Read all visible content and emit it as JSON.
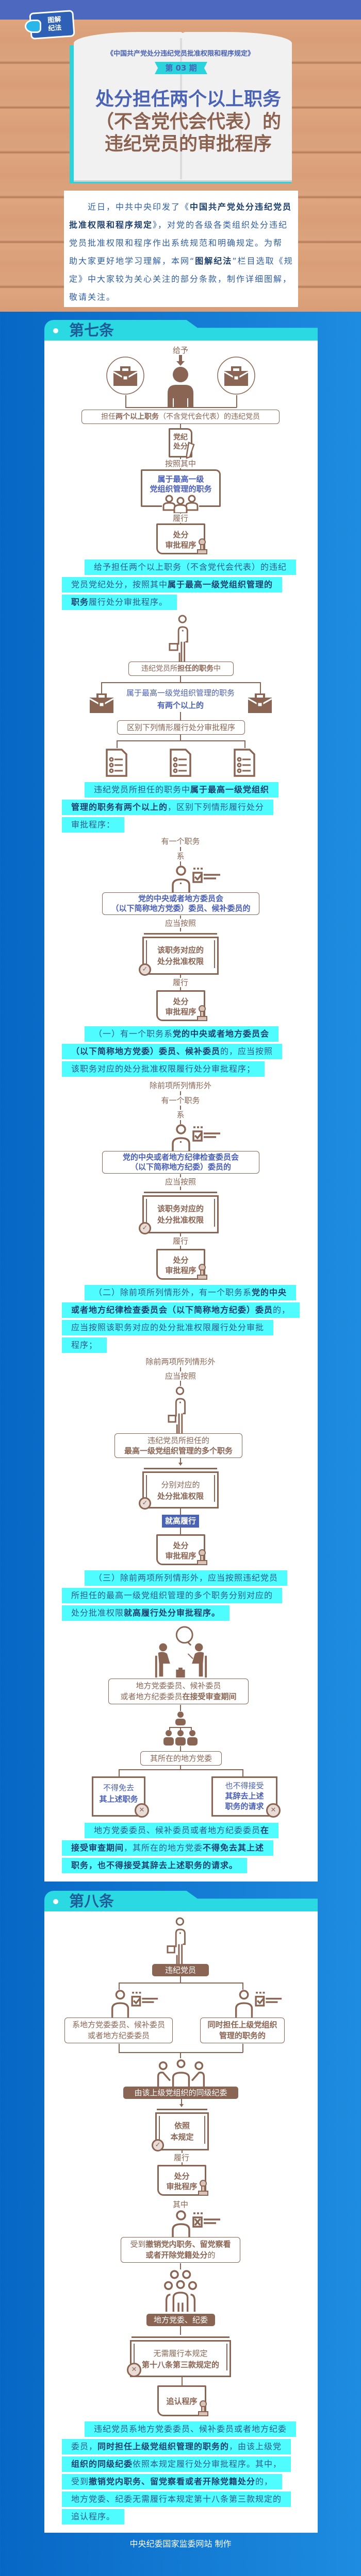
{
  "logo": {
    "line1": "图解",
    "line2": "纪法"
  },
  "book": {
    "subtitle": "《中国共产党处分违纪党员批准权限和程序规定》",
    "issue": "第 03 期",
    "title_line1": "处分担任两个以上职务",
    "title_line2": "（不含党代会代表）的",
    "title_line3": "违纪党员的审批程序"
  },
  "intro": {
    "lines": [
      [
        {
          "t": "近日，中共中央印发了《"
        },
        {
          "t": "中国共产党处分违纪党员",
          "b": true
        }
      ],
      [
        {
          "t": "批准权限和程序规定",
          "b": true
        },
        {
          "t": "》，对党的各级各类组织处分违纪"
        }
      ],
      [
        {
          "t": "党员批准权限和程序作出系统规范和明确规定。为帮"
        }
      ],
      [
        {
          "t": "助大家更好地学习理解，本网“"
        },
        {
          "t": "图解纪法",
          "b": true
        },
        {
          "t": "”栏目选取《规"
        }
      ],
      [
        {
          "t": "定》中大家较为关心关注的部分条款，制作详细图解，"
        }
      ],
      [
        {
          "t": "敬请关注。"
        }
      ]
    ]
  },
  "art7": {
    "title": "第七条",
    "d1": {
      "give": "给予",
      "box_a": "担任",
      "box_b": "两个以上职务",
      "box_c": "（不含党代会代表）的违纪党员",
      "doc1": "党纪",
      "doc2": "处分",
      "according": "按照其中",
      "top1": "属于最高一级",
      "top2": "党组织管理的职务",
      "perform": "履行",
      "proc1": "处分",
      "proc2": "审批程序"
    },
    "text_a": [
      [
        {
          "t": "给予担任两个以上职务（不含党代会代表）的违纪"
        }
      ],
      [
        {
          "t": "党员党纪处分，按照其中"
        },
        {
          "t": "属于最高一级党组织管理的",
          "b": true
        }
      ],
      [
        {
          "t": "职务",
          "b": true
        },
        {
          "t": "履行处分审批程序。"
        }
      ]
    ],
    "d2": {
      "box_a": "违纪党员所",
      "box_b": "担任的职务",
      "box_c": "中",
      "mid1": "属于最高一级党组织管理的职务",
      "mid2": "有两个以上的",
      "box2": "区别下列情形履行处分审批程序"
    },
    "text_b": [
      [
        {
          "t": "违纪党员所担任的职务中"
        },
        {
          "t": "属于最高一级党组织",
          "b": true
        }
      ],
      [
        {
          "t": "管理的职务有两个以上的",
          "b": true
        },
        {
          "t": "，区别下列情形履行处分"
        }
      ],
      [
        {
          "t": "审批程序："
        }
      ]
    ],
    "d3": {
      "one_post": "有一个职务",
      "is": "系",
      "box1": "党的中央或者地方委员会",
      "box2": "（以下简称地方党委）委员、候补委员的",
      "should": "应当按照",
      "scroll1": "该职务对应的",
      "scroll2": "处分批准权限",
      "perform": "履行",
      "proc1": "处分",
      "proc2": "审批程序"
    },
    "text_1": [
      [
        {
          "t": "（一）有一个职务系"
        },
        {
          "t": "党的中央或者地方委员会",
          "b": true
        }
      ],
      [
        {
          "t": "（以下简称地方党委）委员、候补委员",
          "b": true
        },
        {
          "t": "的，应当按照"
        }
      ],
      [
        {
          "t": "该职务对应的处分批准权限履行处分审批程序；"
        }
      ]
    ],
    "d4": {
      "except": "除前项所列情形外",
      "one_post": "有一个职务",
      "is": "系",
      "box1": "党的中央或者地方纪律检查委员会",
      "box2": "（以下简称地方纪委）委员的",
      "should": "应当按照",
      "scroll1": "该职务对应的",
      "scroll2": "处分批准权限",
      "perform": "履行",
      "proc1": "处分",
      "proc2": "审批程序"
    },
    "text_2": [
      [
        {
          "t": "（二）除前项所列情形外，有一个职务系"
        },
        {
          "t": "党的中央",
          "b": true
        }
      ],
      [
        {
          "t": "或者地方纪律检查委员会（以下简称地方纪委）委员",
          "b": true
        },
        {
          "t": "的，"
        }
      ],
      [
        {
          "t": "应当按照该职务对应的处分批准权限履行处分审批"
        }
      ],
      [
        {
          "t": "程序；"
        }
      ]
    ],
    "d5": {
      "except": "除前两项所列情形外",
      "should": "应当按照",
      "box1": "违纪党员所担任的",
      "box2": "最高一级党组织管理的多个职务",
      "scroll1": "分别对应的",
      "scroll2": "处分批准权限",
      "higher": "就高履行",
      "proc1": "处分",
      "proc2": "审批程序"
    },
    "text_3": [
      [
        {
          "t": "（三）除前两项所列情形外，应当按照违纪党员"
        }
      ],
      [
        {
          "t": "所担任的最高一级党组织管理的多个职务分别对应的"
        }
      ],
      [
        {
          "t": "处分批准权限"
        },
        {
          "t": "就高履行处分审批程序。",
          "b": true
        }
      ]
    ],
    "d6": {
      "box1": "地方党委委员、候补委员",
      "box2a": "或者地方纪委委员",
      "box2b": "在接受审查期间",
      "committee": "其所在的地方党委",
      "left1": "不得免去",
      "left2": "其上述职务",
      "right1": "也不得接受",
      "right2": "其辞去上述",
      "right3": "职务的请求"
    },
    "text_4": [
      [
        {
          "t": "地方党委委员、候补委员或者地方纪委委员"
        },
        {
          "t": "在",
          "b": true
        }
      ],
      [
        {
          "t": "接受审查期间",
          "b": true
        },
        {
          "t": "，其所在的地方党委"
        },
        {
          "t": "不得免去其上述",
          "b": true
        }
      ],
      [
        {
          "t": "职务，也不得接受其辞去上述职务的请求。",
          "b": true
        }
      ]
    ]
  },
  "art8": {
    "title": "第八条",
    "d1": {
      "member": "违纪党员",
      "left1": "系地方党委委员、候补委员",
      "left2": "或者地方纪委委员",
      "right1": "同时担任上级党组织",
      "right2": "管理的职务的",
      "commission": "由该上级党组织的同级纪委",
      "scroll1": "依照",
      "scroll2": "本规定",
      "perform": "履行",
      "proc1": "处分",
      "proc2": "审批程序",
      "among": "其中",
      "box1a": "受到",
      "box1b": "撤销党内职务、留党察看",
      "box2a": "或者开除党籍处分",
      "box2b": "的",
      "local": "地方党委、纪委",
      "scroll3": "无需履行本规定",
      "scroll4": "第十八条第三款规定的",
      "ratify": "追认程序"
    },
    "text": [
      [
        {
          "t": "违纪党员系地方党委委员、候补委员或者地方纪委"
        }
      ],
      [
        {
          "t": "委员，"
        },
        {
          "t": "同时担任上级党组织管理的职务的",
          "b": true
        },
        {
          "t": "，由该上级党"
        }
      ],
      [
        {
          "t": "组织的同级纪委",
          "b": true
        },
        {
          "t": "依照本规定履行处分审批程序。其中，"
        }
      ],
      [
        {
          "t": "受到"
        },
        {
          "t": "撤销党内职务、留党察看或者开除党籍处分",
          "b": true
        },
        {
          "t": "的，"
        }
      ],
      [
        {
          "t": "地方党委、纪委无需履行本规定第十八条第三款规定的"
        }
      ],
      [
        {
          "t": "追认程序。"
        }
      ]
    ]
  },
  "footer": "中央纪委国家监委网站 制作",
  "colors": {
    "brown": "#8b6553",
    "cyan": "#4ffcff",
    "blue": "#4a63b5",
    "tab": "#2ad9e2"
  }
}
